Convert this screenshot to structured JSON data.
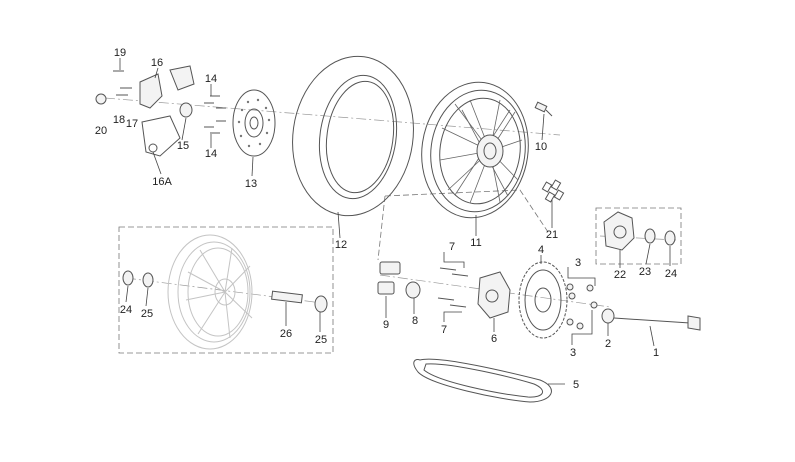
{
  "callouts": [
    {
      "id": "19",
      "text": "19"
    },
    {
      "id": "16",
      "text": "16"
    },
    {
      "id": "14a",
      "text": "14"
    },
    {
      "id": "20",
      "text": "20"
    },
    {
      "id": "18",
      "text": "18"
    },
    {
      "id": "17",
      "text": "17"
    },
    {
      "id": "15",
      "text": "15"
    },
    {
      "id": "14b",
      "text": "14"
    },
    {
      "id": "16A",
      "text": "16A"
    },
    {
      "id": "13",
      "text": "13"
    },
    {
      "id": "12",
      "text": "12"
    },
    {
      "id": "11",
      "text": "11"
    },
    {
      "id": "10",
      "text": "10"
    },
    {
      "id": "21",
      "text": "21"
    },
    {
      "id": "22",
      "text": "22"
    },
    {
      "id": "23",
      "text": "23"
    },
    {
      "id": "24a",
      "text": "24"
    },
    {
      "id": "7a",
      "text": "7"
    },
    {
      "id": "4",
      "text": "4"
    },
    {
      "id": "3a",
      "text": "3"
    },
    {
      "id": "9",
      "text": "9"
    },
    {
      "id": "8",
      "text": "8"
    },
    {
      "id": "7b",
      "text": "7"
    },
    {
      "id": "6",
      "text": "6"
    },
    {
      "id": "3b",
      "text": "3"
    },
    {
      "id": "2",
      "text": "2"
    },
    {
      "id": "1",
      "text": "1"
    },
    {
      "id": "24b",
      "text": "24"
    },
    {
      "id": "25a",
      "text": "25"
    },
    {
      "id": "26",
      "text": "26"
    },
    {
      "id": "25b",
      "text": "25"
    },
    {
      "id": "5",
      "text": "5"
    }
  ]
}
